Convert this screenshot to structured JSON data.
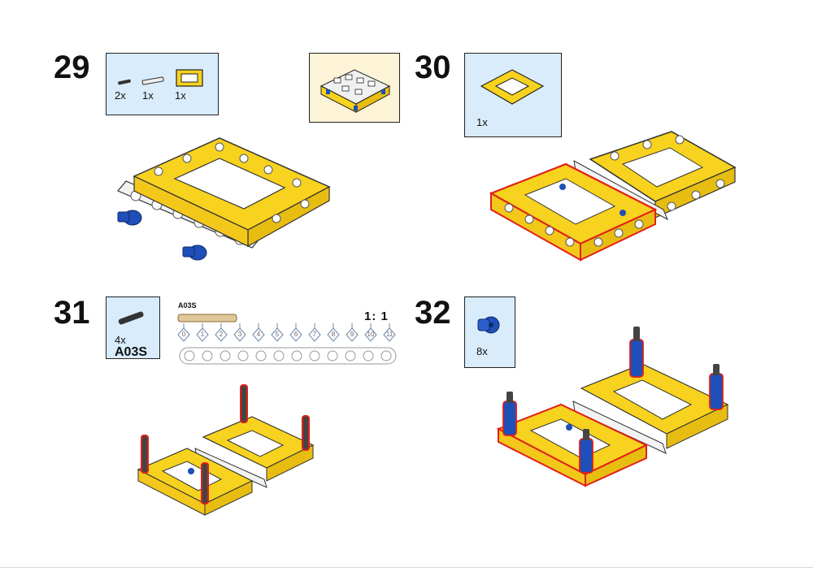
{
  "steps": [
    {
      "number": "29",
      "parts": [
        {
          "qty": "2x"
        },
        {
          "qty": "1x"
        },
        {
          "qty": "1x"
        }
      ]
    },
    {
      "number": "30",
      "parts": [
        {
          "qty": "1x"
        }
      ]
    },
    {
      "number": "31",
      "parts": [
        {
          "qty": "4x",
          "code": "A03S"
        }
      ],
      "ruler": {
        "part_label": "A03S",
        "ratio": "1: 1",
        "ticks": [
          "0",
          "1",
          "2",
          "3",
          "4",
          "5",
          "6",
          "7",
          "8",
          "9",
          "10",
          "11"
        ]
      }
    },
    {
      "number": "32",
      "parts": [
        {
          "qty": "8x"
        }
      ]
    }
  ],
  "colors": {
    "frame_yellow": "#f7d21e",
    "connector_blue": "#1f4fb8",
    "highlight_red": "#e0201a",
    "box_blue": "#d9ecfb"
  }
}
